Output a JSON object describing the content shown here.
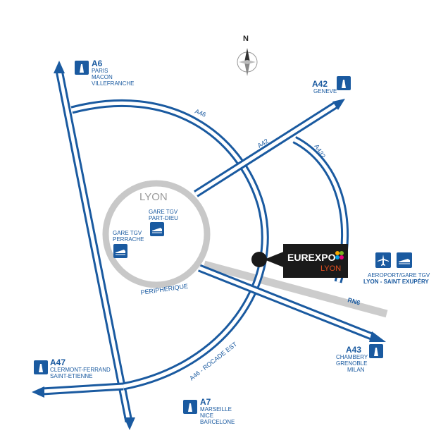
{
  "city": "LYON",
  "compass": {
    "north_label": "N",
    "icon": "compass-rose-icon"
  },
  "highways": {
    "a6": {
      "code": "A6",
      "destinations": [
        "PARIS",
        "MACON",
        "VILLEFRANCHE"
      ]
    },
    "a42": {
      "code": "A42",
      "destinations": [
        "GENEVE"
      ]
    },
    "a43": {
      "code": "A43",
      "destinations": [
        "CHAMBERY",
        "GRENOBLE",
        "MILAN"
      ]
    },
    "a47": {
      "code": "A47",
      "destinations": [
        "CLERMONT-FERRAND",
        "SAINT-ETIENNE"
      ]
    },
    "a7": {
      "code": "A7",
      "destinations": [
        "MARSEILLE",
        "NICE",
        "BARCELONE"
      ]
    }
  },
  "road_labels": {
    "a46": "A46",
    "a42": "A42",
    "a432": "A432",
    "rocade": "A46 - ROCADE EST",
    "peripherique": "PERIPHERIQUE",
    "rn6": "RN6"
  },
  "stations": {
    "part_dieu": {
      "line1": "GARE TGV",
      "line2": "PART-DIEU",
      "icon": "train-icon"
    },
    "perrache": {
      "line1": "GARE TGV",
      "line2": "PERRACHE",
      "icon": "train-icon"
    }
  },
  "airport": {
    "line1": "AEROPORT/GARE TGV",
    "line2": "LYON - SAINT EXUPÉRY",
    "icons": [
      "airplane-icon",
      "train-icon"
    ]
  },
  "venue": {
    "name_part1": "EUREXPO",
    "name_part2": "LYON",
    "logo_icon": "eurexpo-logo-icon"
  },
  "colors": {
    "road": "#1a5aa0",
    "ring": "#c8c8c8",
    "venue_bg": "#1a1a1a",
    "venue_accent": "#e8501e"
  }
}
